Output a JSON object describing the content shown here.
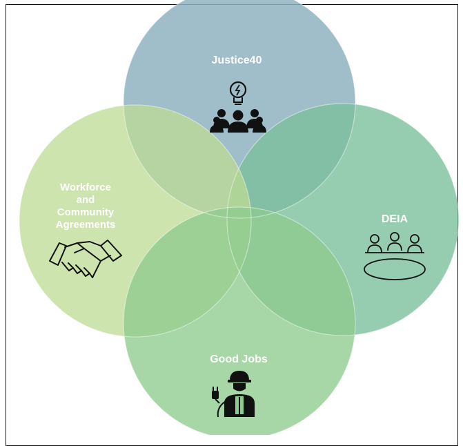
{
  "diagram": {
    "circles": [
      {
        "id": "justice40",
        "label_lines": [
          "Justice40"
        ],
        "color": "#8fb3bf",
        "icon": "idea-team-icon"
      },
      {
        "id": "deia",
        "label_lines": [
          "DEIA"
        ],
        "color": "#7cbf9c",
        "icon": "meeting-table-icon"
      },
      {
        "id": "workforce",
        "label_lines": [
          "Workforce",
          "and",
          "Community",
          "Agreements"
        ],
        "color": "#bcdb93",
        "icon": "handshake-icon"
      },
      {
        "id": "good-jobs",
        "label_lines": [
          "Good Jobs"
        ],
        "color": "#8ecb8e",
        "icon": "worker-plug-icon"
      }
    ],
    "label_color": "#ffffff",
    "icon_color": "#111111"
  }
}
